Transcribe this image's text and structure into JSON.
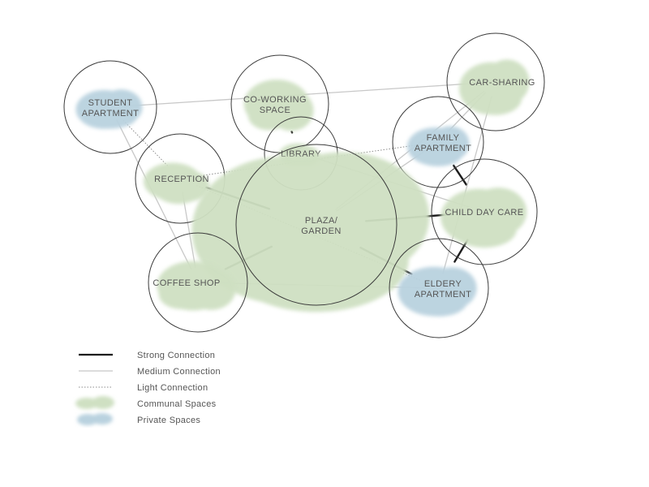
{
  "colors": {
    "communal": "#cfe0c2",
    "private": "#b9d2df",
    "strong_line": "#1c1c1c",
    "medium_line": "#c8c8c8",
    "light_line": "#8c8c8c",
    "node_outline": "#3a3a3a",
    "text": "#555555"
  },
  "nodes": {
    "student_apartment": {
      "line1": "STUDENT",
      "line2": "APARTMENT",
      "type": "private"
    },
    "coworking": {
      "line1": "CO-WORKING",
      "line2": "SPACE",
      "type": "communal"
    },
    "car_sharing": {
      "line1": "CAR-SHARING",
      "type": "communal"
    },
    "library": {
      "line1": "LIBRARY",
      "type": "communal"
    },
    "family_apartment": {
      "line1": "FAMILY",
      "line2": "APARTMENT",
      "type": "private"
    },
    "reception": {
      "line1": "RECEPTION",
      "type": "communal"
    },
    "plaza": {
      "line1": "PLAZA/",
      "line2": "GARDEN",
      "type": "communal"
    },
    "child_day_care": {
      "line1": "CHILD DAY CARE",
      "type": "communal"
    },
    "coffee_shop": {
      "line1": "COFFEE SHOP",
      "type": "communal"
    },
    "eldery_apartment": {
      "line1": "ELDERY",
      "line2": "APARTMENT",
      "type": "private"
    }
  },
  "connections": [
    {
      "from": "coworking",
      "to": "library",
      "strength": "strong"
    },
    {
      "from": "reception",
      "to": "plaza",
      "strength": "strong"
    },
    {
      "from": "plaza",
      "to": "child_day_care",
      "strength": "strong"
    },
    {
      "from": "plaza",
      "to": "coffee_shop",
      "strength": "strong"
    },
    {
      "from": "plaza",
      "to": "eldery_apartment",
      "strength": "strong"
    },
    {
      "from": "family_apartment",
      "to": "child_day_care",
      "strength": "strong"
    },
    {
      "from": "child_day_care",
      "to": "eldery_apartment",
      "strength": "strong"
    },
    {
      "from": "student_apartment",
      "to": "car_sharing",
      "strength": "medium"
    },
    {
      "from": "student_apartment",
      "to": "coffee_shop",
      "strength": "medium"
    },
    {
      "from": "reception",
      "to": "coffee_shop",
      "strength": "medium"
    },
    {
      "from": "car_sharing",
      "to": "plaza",
      "strength": "medium"
    },
    {
      "from": "car_sharing",
      "to": "family_apartment",
      "strength": "medium"
    },
    {
      "from": "car_sharing",
      "to": "eldery_apartment",
      "strength": "medium"
    },
    {
      "from": "family_apartment",
      "to": "plaza",
      "strength": "medium"
    },
    {
      "from": "library",
      "to": "child_day_care",
      "strength": "medium"
    },
    {
      "from": "coffee_shop",
      "to": "eldery_apartment",
      "strength": "medium"
    },
    {
      "from": "student_apartment",
      "to": "reception",
      "strength": "light"
    },
    {
      "from": "reception",
      "to": "family_apartment",
      "strength": "light"
    },
    {
      "from": "reception",
      "to": "eldery_apartment",
      "strength": "light"
    }
  ],
  "legend": {
    "strong": "Strong Connection",
    "medium": "Medium Connection",
    "light": "Light Connection",
    "communal": "Communal Spaces",
    "private": "Private Spaces"
  }
}
